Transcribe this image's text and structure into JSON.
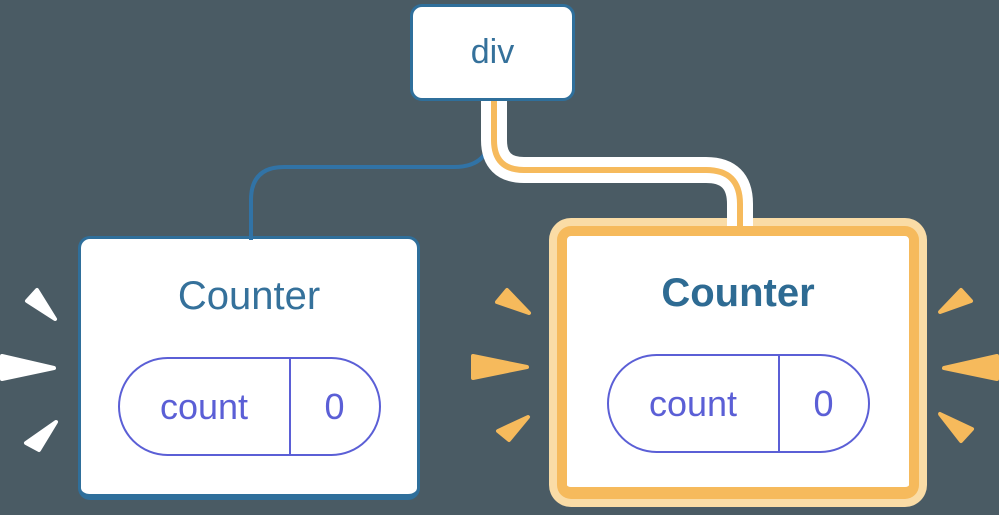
{
  "diagram": {
    "root_node": {
      "label": "div"
    },
    "children": [
      {
        "title": "Counter",
        "state_key": "count",
        "state_value": "0",
        "highlighted": false
      },
      {
        "title": "Counter",
        "state_key": "count",
        "state_value": "0",
        "highlighted": true
      }
    ],
    "colors": {
      "background": "#4A5B64",
      "blue_line": "#3173A6",
      "blue_border": "#2F6F9B",
      "blue_text": "#35719B",
      "highlight_orange": "#F6BA5C",
      "highlight_orange_light": "#FADCA6",
      "state_purple": "#5B5FD6",
      "card_background": "#FFFFFF"
    }
  }
}
